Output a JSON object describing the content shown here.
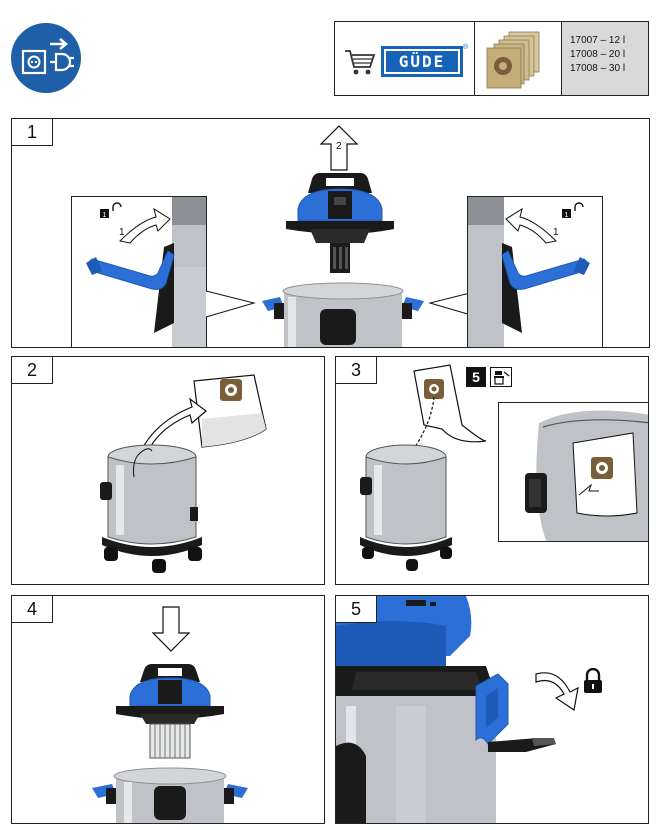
{
  "header": {
    "disconnect_icon": "unplug-icon",
    "cart_icon": "shopping-cart-icon",
    "brand": "GÜDE",
    "registered": "®",
    "bags_icon": "dust-bags-icon",
    "codes": [
      "17007 – 12 l",
      "17008 – 20 l",
      "17008 – 30 l"
    ]
  },
  "steps": [
    {
      "number": "1",
      "arrow_left_label": "1",
      "arrow_up_label": "2",
      "arrow_right_label": "1",
      "unlock_icon": "unlock-icon"
    },
    {
      "number": "2"
    },
    {
      "number": "3",
      "step_ref": "5",
      "step_ref_icon": "vacuum-mini-icon"
    },
    {
      "number": "4"
    },
    {
      "number": "5",
      "lock_icon": "lock-icon"
    }
  ],
  "colors": {
    "blue": "#2c6fd6",
    "dark_blue": "#1e5ab8",
    "steel": "#b9bcc0",
    "black": "#1a1a1a",
    "brand_blue": "#1663b8",
    "grey": "#d9d9d9"
  }
}
